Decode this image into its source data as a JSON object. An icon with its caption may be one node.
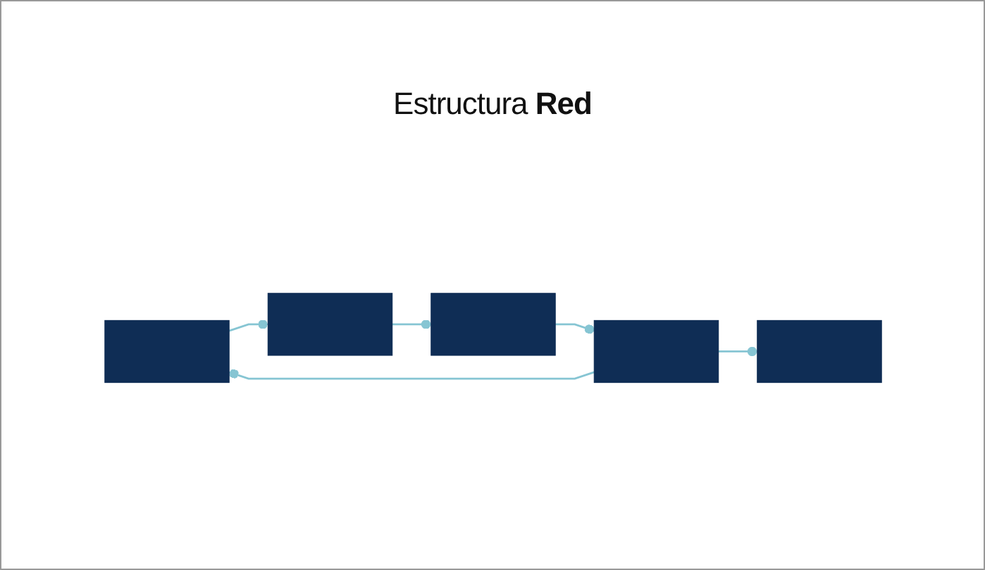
{
  "diagram": {
    "title": "Estructura **Red**",
    "nodes": [
      {
        "text": [],
        "shape": "box"
      },
      {
        "text": [],
        "shape": "box"
      },
      {
        "text": [],
        "shape": "box"
      },
      {
        "text": [],
        "shape": "box"
      },
      {
        "text": [],
        "shape": "box"
      }
    ],
    "edges": [
      {
        "from": 0,
        "to": 1,
        "arrow": "other"
      },
      {
        "from": 1,
        "to": 2,
        "arrow": "other"
      },
      {
        "from": 2,
        "to": 3,
        "arrow": "other"
      },
      {
        "from": 3,
        "to": 0,
        "arrow": "other"
      },
      {
        "from": 3,
        "to": 4,
        "arrow": "other"
      }
    ]
  }
}
